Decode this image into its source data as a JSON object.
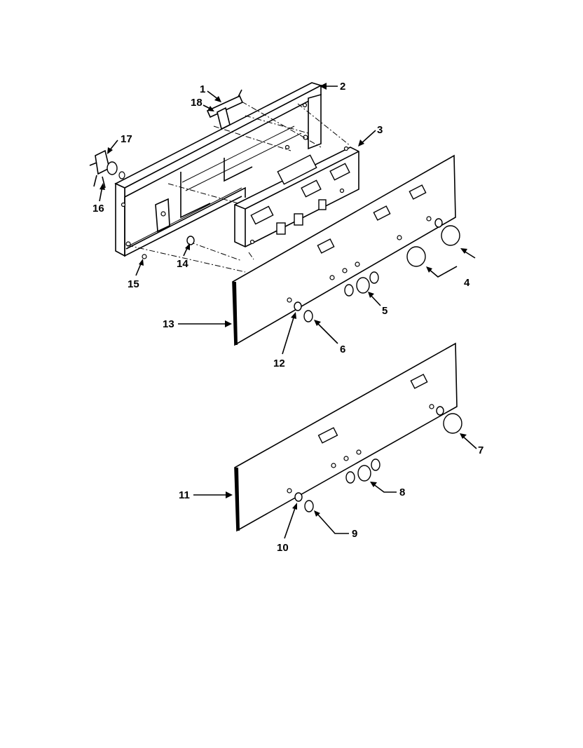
{
  "diagram": {
    "part_labels": [
      "1",
      "2",
      "3",
      "4",
      "5",
      "6",
      "7",
      "8",
      "9",
      "10",
      "11",
      "12",
      "13",
      "14",
      "15",
      "16",
      "17",
      "18"
    ]
  }
}
